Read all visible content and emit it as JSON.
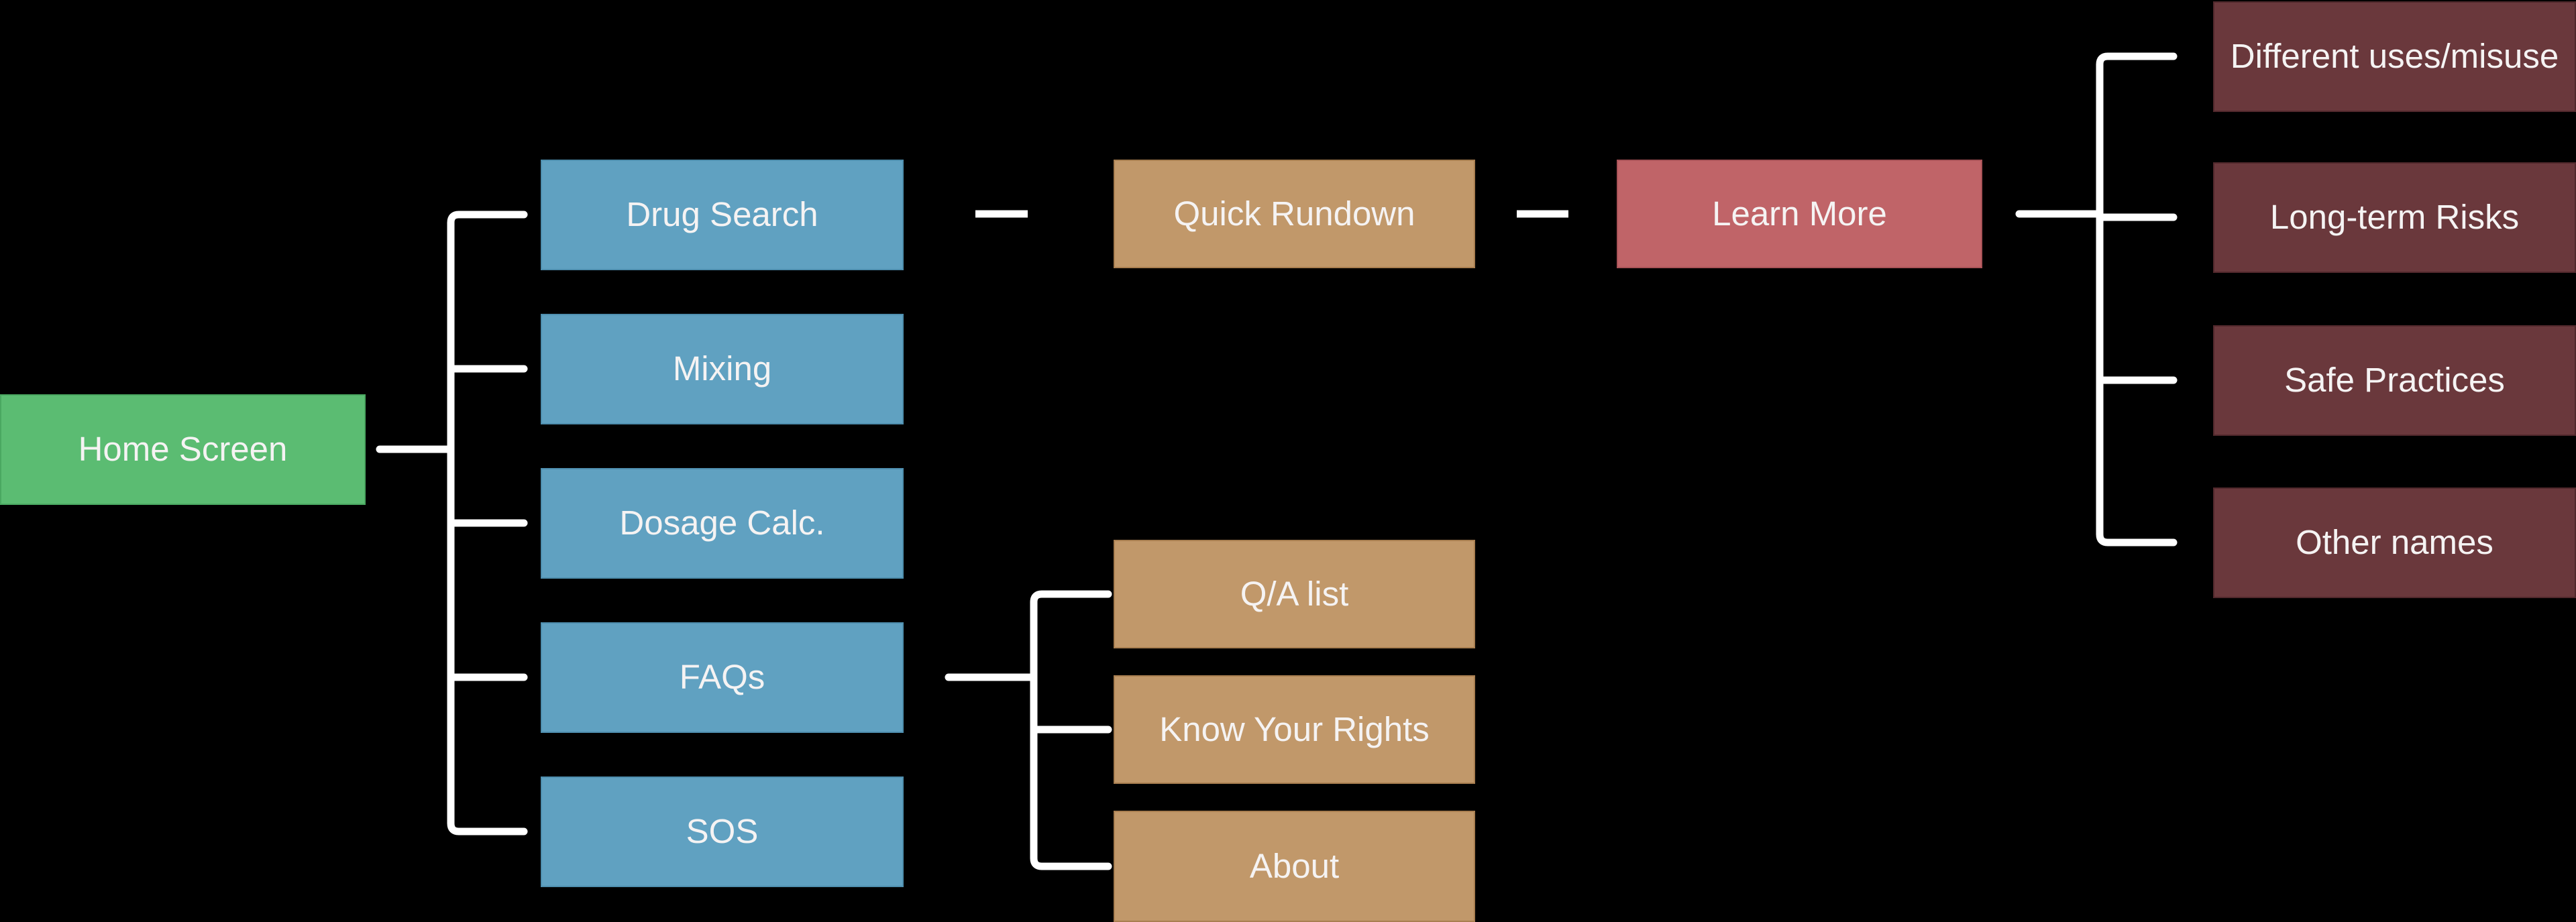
{
  "diagram": {
    "type": "app-sitemap-flowchart",
    "background": "#000000",
    "connector_color": "#ffffff",
    "text_color": "#f5f3f3",
    "palette": {
      "green": {
        "fill": "#5bbc72",
        "border": "#4aa861"
      },
      "blue": {
        "fill": "#60a1c1",
        "border": "#4e8eae"
      },
      "tan": {
        "fill": "#c1986a",
        "border": "#a87e50"
      },
      "red": {
        "fill": "#c06468",
        "border": "#a85257"
      },
      "maroon": {
        "fill": "#6a383c",
        "border": "#51282c"
      }
    },
    "nodes": {
      "home_screen": {
        "label": "Home Screen",
        "color": "green"
      },
      "drug_search": {
        "label": "Drug Search",
        "color": "blue"
      },
      "mixing": {
        "label": "Mixing",
        "color": "blue"
      },
      "dosage_calc": {
        "label": "Dosage Calc.",
        "color": "blue"
      },
      "faqs": {
        "label": "FAQs",
        "color": "blue"
      },
      "sos": {
        "label": "SOS",
        "color": "blue"
      },
      "quick_rundown": {
        "label": "Quick Rundown",
        "color": "tan"
      },
      "qa_list": {
        "label": "Q/A list",
        "color": "tan"
      },
      "know_your_rights": {
        "label": "Know Your Rights",
        "color": "tan"
      },
      "about": {
        "label": "About",
        "color": "tan"
      },
      "learn_more": {
        "label": "Learn More",
        "color": "red"
      },
      "different_uses_misuse": {
        "label": "Different uses/misuse",
        "color": "maroon"
      },
      "long_term_risks": {
        "label": "Long-term Risks",
        "color": "maroon"
      },
      "safe_practices": {
        "label": "Safe Practices",
        "color": "maroon"
      },
      "other_names": {
        "label": "Other names",
        "color": "maroon"
      }
    },
    "edges": [
      {
        "from": "home_screen",
        "to": "drug_search"
      },
      {
        "from": "home_screen",
        "to": "mixing"
      },
      {
        "from": "home_screen",
        "to": "dosage_calc"
      },
      {
        "from": "home_screen",
        "to": "faqs"
      },
      {
        "from": "home_screen",
        "to": "sos"
      },
      {
        "from": "drug_search",
        "to": "quick_rundown"
      },
      {
        "from": "quick_rundown",
        "to": "learn_more"
      },
      {
        "from": "faqs",
        "to": "qa_list"
      },
      {
        "from": "faqs",
        "to": "know_your_rights"
      },
      {
        "from": "faqs",
        "to": "about"
      },
      {
        "from": "learn_more",
        "to": "different_uses_misuse"
      },
      {
        "from": "learn_more",
        "to": "long_term_risks"
      },
      {
        "from": "learn_more",
        "to": "safe_practices"
      },
      {
        "from": "learn_more",
        "to": "other_names"
      }
    ]
  }
}
